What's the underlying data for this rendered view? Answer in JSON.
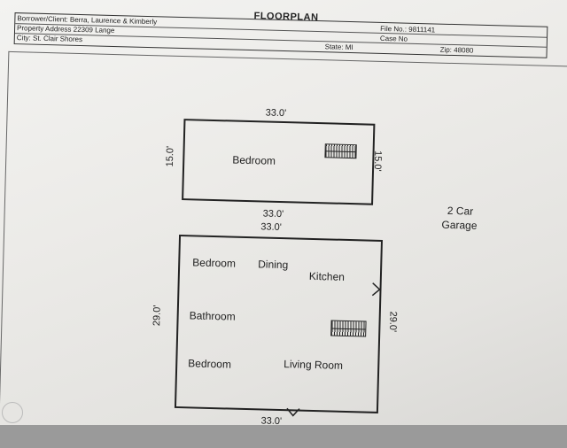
{
  "header": {
    "title": "FLOORPLAN",
    "borrower": "Borrower/Client: Berra, Laurence & Kimberly",
    "file_no": "File No.: 9811141",
    "property_address": "Property Address 22309 Lange",
    "case_no": "Case No",
    "city": "City: St. Clair Shores",
    "state": "State: MI",
    "zip": "Zip: 48080"
  },
  "upper_floor": {
    "width_top": "33.0'",
    "width_bottom": "33.0'",
    "depth_left": "15.0'",
    "depth_right": "15.0'",
    "rooms": [
      "Bedroom"
    ]
  },
  "main_floor": {
    "width_top": "33.0'",
    "depth_left": "29.0'",
    "depth_right": "29.0'",
    "width_bottom_partial": "33.0'",
    "rooms": [
      "Bedroom",
      "Dining",
      "Kitchen",
      "Bathroom",
      "Bedroom",
      "Living Room"
    ]
  },
  "garage": {
    "line1": "2 Car",
    "line2": "Garage"
  },
  "icons": [
    "stairs-icon",
    "door-swing-icon",
    "seal-logo-icon"
  ]
}
